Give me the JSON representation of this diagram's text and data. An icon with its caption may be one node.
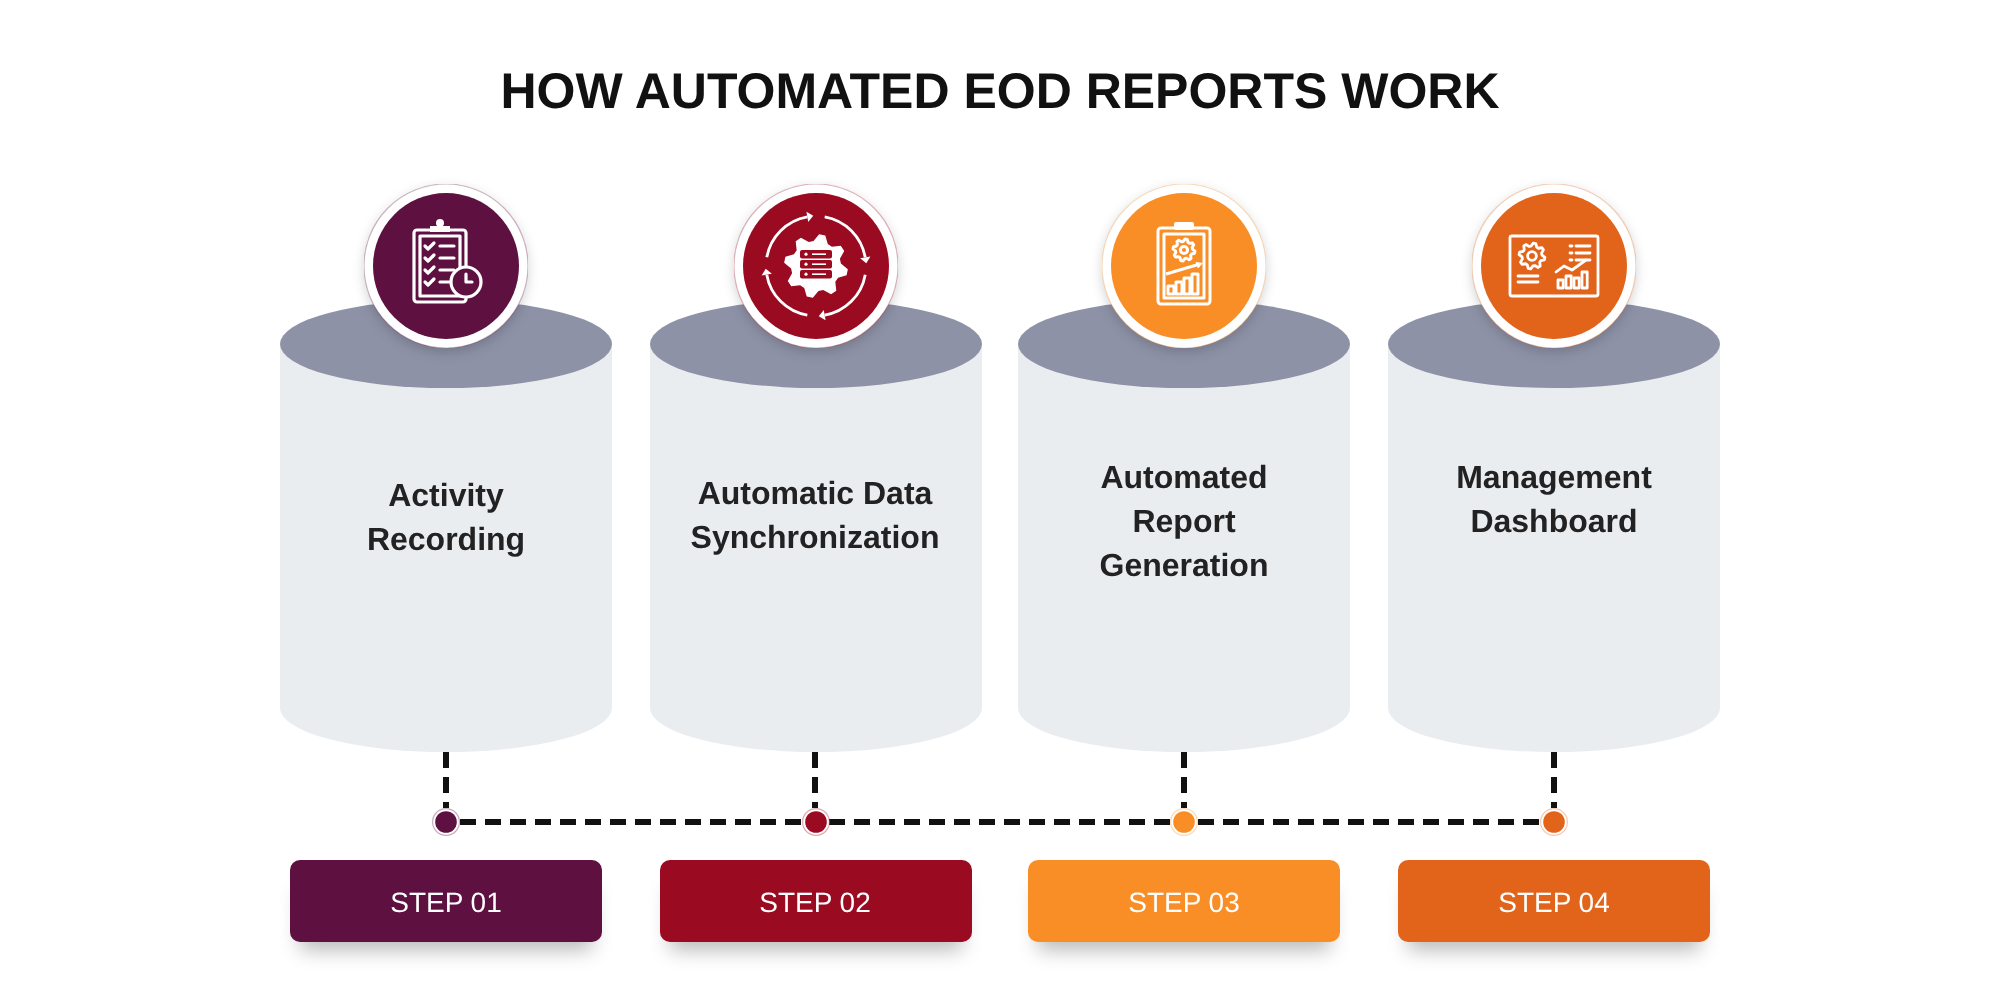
{
  "diagram": {
    "title": "HOW AUTOMATED EOD REPORTS WORK",
    "nodes": [
      {
        "text": [
          "Activity Recording"
        ]
      },
      {
        "text": [
          "Automatic Data Synchronization"
        ]
      },
      {
        "text": [
          "Automated Report Generation"
        ]
      },
      {
        "text": [
          "Management Dashboard"
        ]
      },
      {
        "text": [],
        "shape": "circle"
      },
      {
        "text": [],
        "shape": "circle"
      },
      {
        "text": [],
        "shape": "circle"
      },
      {
        "text": [],
        "shape": "circle"
      },
      {
        "text": [
          "STEP 01"
        ]
      },
      {
        "text": [
          "STEP 02"
        ]
      },
      {
        "text": [
          "STEP 03"
        ]
      },
      {
        "text": [
          "STEP 04"
        ]
      }
    ],
    "edges": [
      {
        "from": 0,
        "to": 4,
        "arrow": "none",
        "style": "dashed"
      },
      {
        "from": 1,
        "to": 5,
        "arrow": "none",
        "style": "dashed"
      },
      {
        "from": 2,
        "to": 6,
        "arrow": "none",
        "style": "dashed"
      },
      {
        "from": 3,
        "to": 7,
        "arrow": "none",
        "style": "dashed"
      },
      {
        "from": 4,
        "to": 5,
        "arrow": "none",
        "style": "dashed"
      },
      {
        "from": 5,
        "to": 6,
        "arrow": "none",
        "style": "dashed"
      },
      {
        "from": 6,
        "to": 7,
        "arrow": "none",
        "style": "dashed"
      }
    ]
  }
}
